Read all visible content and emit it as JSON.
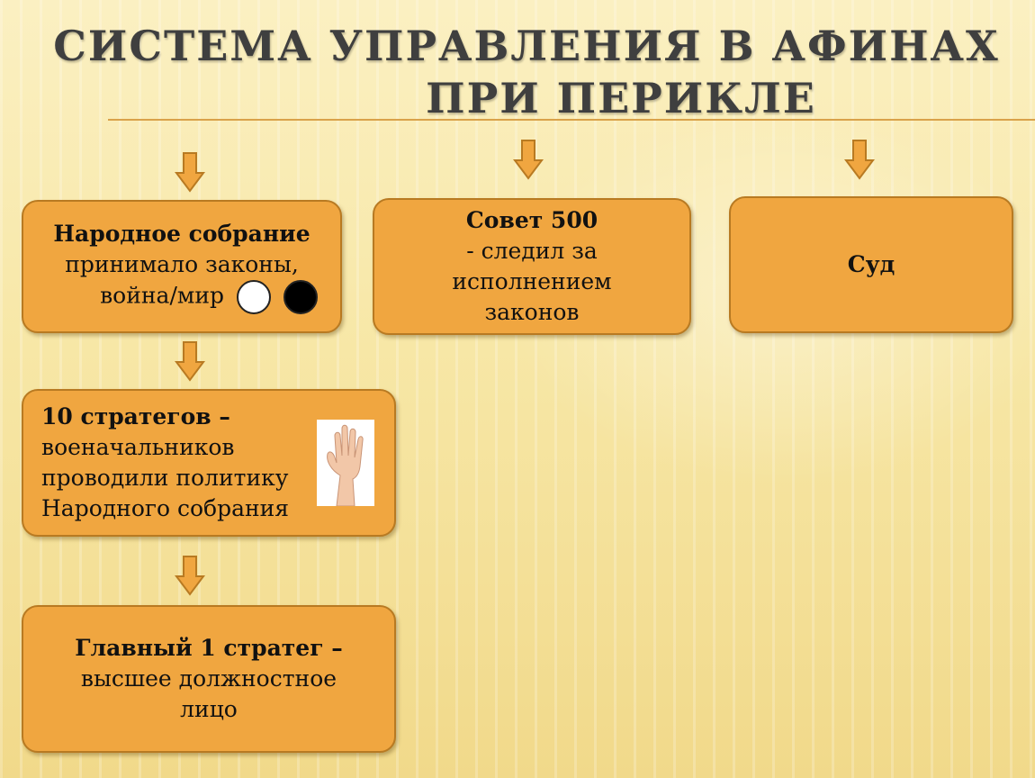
{
  "title": {
    "line1": "СИСТЕМА УПРАВЛЕНИЯ В АФИНАХ",
    "line2": "ПРИ ПЕРИКЛЕ"
  },
  "boxes": {
    "assembly": {
      "heading": "Народное собрание",
      "line2": "принимало законы,",
      "line3": "война/мир"
    },
    "council": {
      "heading": "Совет 500",
      "line2": "- следил за",
      "line3": "исполнением",
      "line4": "законов"
    },
    "court": {
      "heading": "Суд"
    },
    "strategists": {
      "heading": "10 стратегов",
      "dash": " –",
      "line2": "военачальников",
      "line3": "проводили политику",
      "line4": "Народного собрания"
    },
    "chief": {
      "heading": "Главный 1 стратег",
      "dash": " –",
      "line2": "высшее должностное",
      "line3": "лицо"
    }
  },
  "colors": {
    "box_fill": "#f0a640",
    "box_border": "#b87a22",
    "arrow_fill": "#f0a640",
    "title_color": "#3f3f3f"
  },
  "icons": {
    "vote_white": "white-ballot-circle-icon",
    "vote_black": "black-ballot-circle-icon",
    "raised_hand": "raised-hand-image"
  }
}
